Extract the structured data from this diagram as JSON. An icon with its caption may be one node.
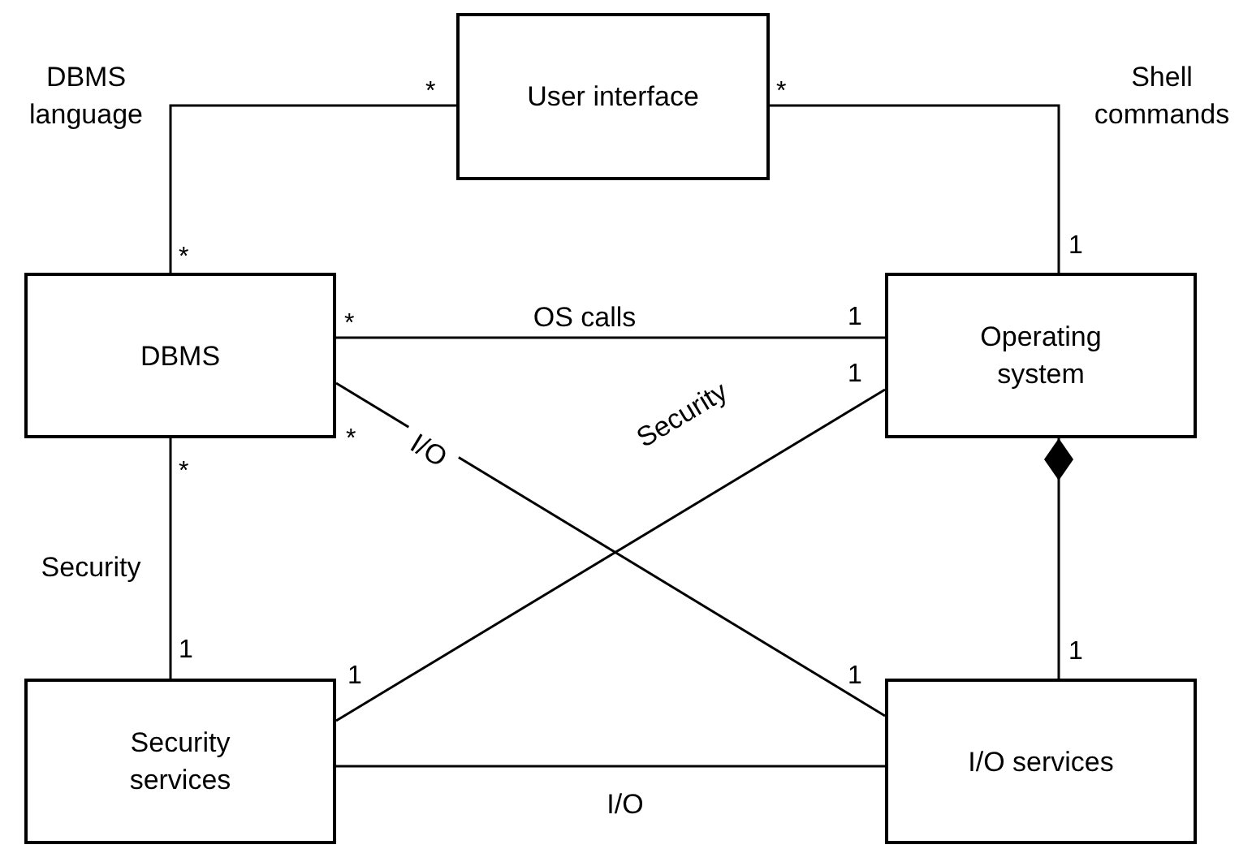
{
  "diagram": {
    "nodes": [
      {
        "text": [
          "User interface"
        ]
      },
      {
        "text": [
          "DBMS"
        ]
      },
      {
        "text": [
          "Operating system"
        ]
      },
      {
        "text": [
          "Security services"
        ]
      },
      {
        "text": [
          "I/O services"
        ]
      }
    ],
    "edges": [
      {
        "from": 1,
        "to": 0,
        "arrow": "none",
        "label": "DBMS language"
      },
      {
        "from": 0,
        "to": 2,
        "arrow": "none",
        "label": "Shell commands"
      },
      {
        "from": 1,
        "to": 2,
        "arrow": "none",
        "label": "OS calls"
      },
      {
        "from": 1,
        "to": 4,
        "arrow": "none",
        "label": "I/O"
      },
      {
        "from": 3,
        "to": 2,
        "arrow": "none",
        "label": "Security"
      },
      {
        "from": 1,
        "to": 3,
        "arrow": "none",
        "label": "Security"
      },
      {
        "from": 2,
        "to": 4,
        "arrow": "other"
      },
      {
        "from": 3,
        "to": 4,
        "arrow": "none",
        "label": "I/O"
      }
    ],
    "labels": [
      "*",
      "*",
      "1",
      "*",
      "*",
      "1",
      "1",
      "*",
      "*",
      "1",
      "1",
      "1",
      "1"
    ]
  }
}
